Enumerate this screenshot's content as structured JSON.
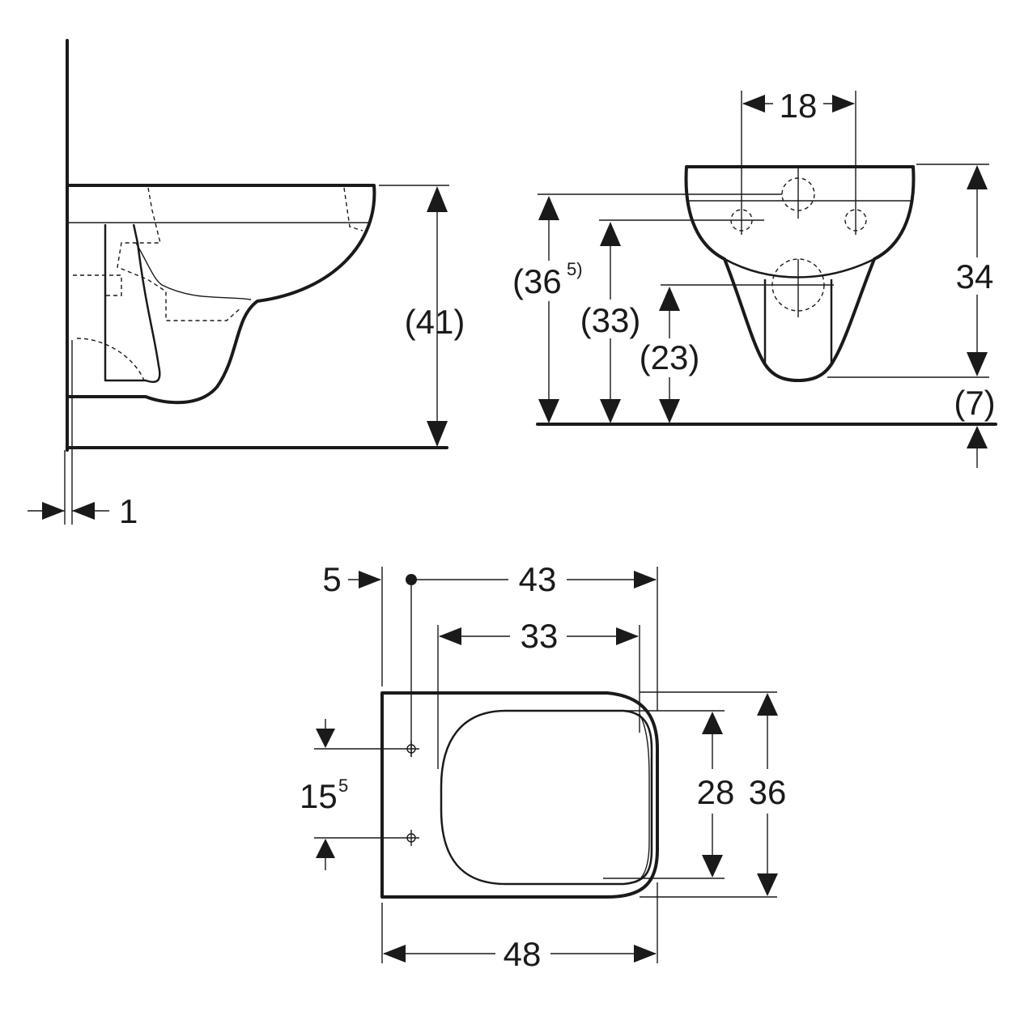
{
  "side_view": {
    "height_label": "(41)",
    "wall_gap_label": "1"
  },
  "front_view": {
    "fixing_spacing_label": "18",
    "height_36_label": "(36",
    "height_36_sup": "5)",
    "height_33_label": "(33)",
    "height_23_label": "(23)",
    "body_height_label": "34",
    "bottom_gap_label": "(7)"
  },
  "top_view": {
    "offset_label": "5",
    "length_43_label": "43",
    "length_33_label": "33",
    "length_48_label": "48",
    "width_28_label": "28",
    "width_36_label": "36",
    "bolt_spacing_label": "15",
    "bolt_spacing_sup": "5"
  }
}
